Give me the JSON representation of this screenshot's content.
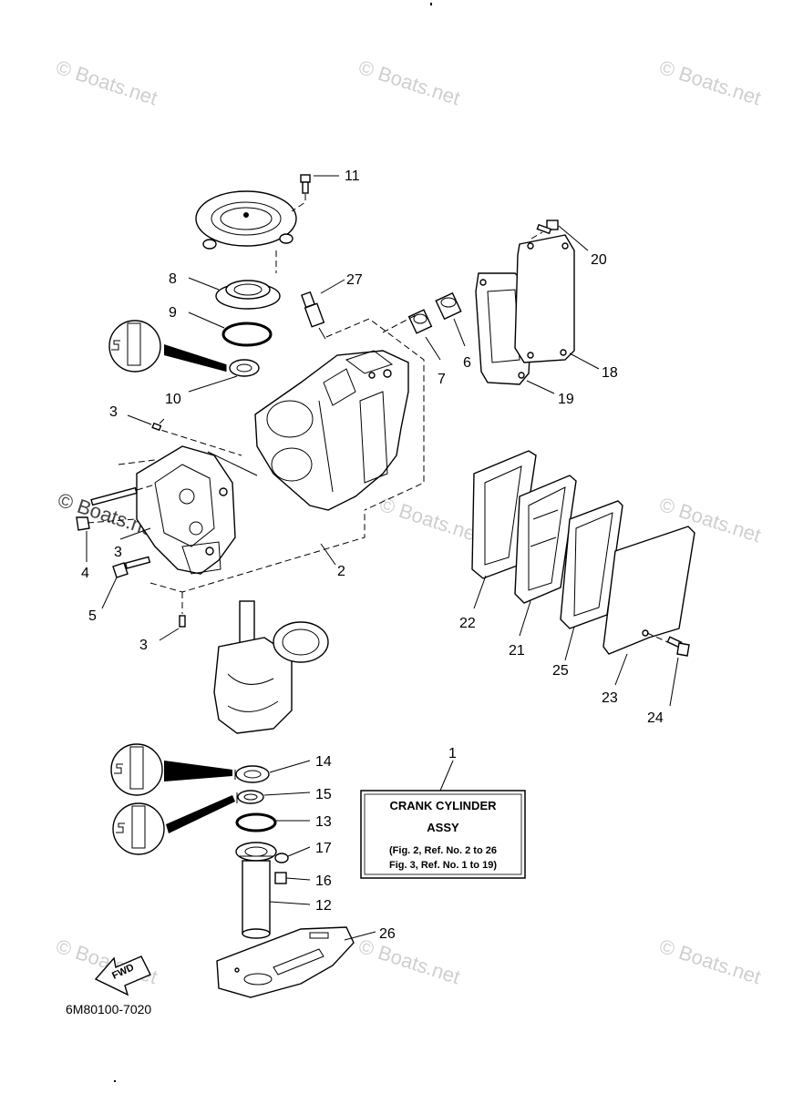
{
  "watermark": "© Boats.net",
  "callouts": [
    "11",
    "20",
    "8",
    "27",
    "9",
    "6",
    "18",
    "7",
    "10",
    "19",
    "3",
    "3",
    "2",
    "4",
    "5",
    "22",
    "3",
    "21",
    "25",
    "23",
    "24",
    "1",
    "14",
    "15",
    "13",
    "17",
    "16",
    "12",
    "26"
  ],
  "note_box": {
    "title_line1": "CRANK CYLINDER",
    "title_line2": "ASSY",
    "ref_line1": "(Fig. 2, Ref. No. 2 to 26",
    "ref_line2": "Fig. 3, Ref. No. 1 to 19)"
  },
  "fwd_label": "FWD",
  "drawing_code": "6M80100-7020",
  "colors": {
    "line": "#000000",
    "background": "#ffffff",
    "watermark": "#cfcfcf"
  }
}
